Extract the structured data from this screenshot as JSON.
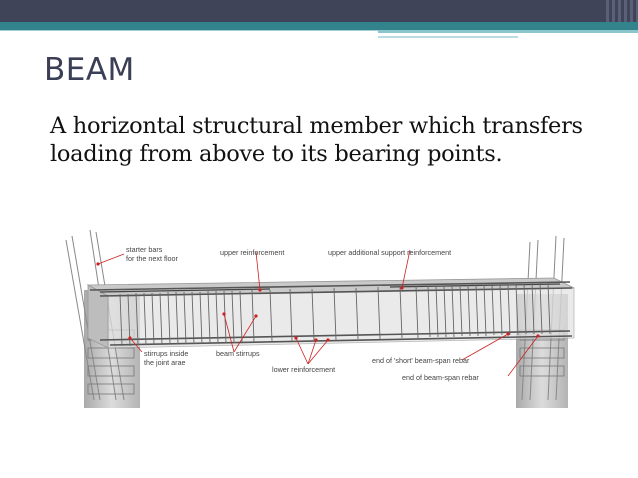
{
  "slide": {
    "title": "BEAM",
    "body": "A horizontal structural member which transfers loading from above to its bearing points."
  },
  "figure": {
    "labels": {
      "starter_bars": [
        "starter bars",
        "for the next floor"
      ],
      "upper_reinforcement": "upper reinforcement",
      "upper_additional_support_reinforcement": "upper additional support reinforcement",
      "stirrups_inside_joint": [
        "stirrups inside",
        "the joint arae"
      ],
      "beam_stirrups": "beam stirrups",
      "lower_reinforcement": "lower reinforcement",
      "end_of_short_beam_span_rebar": "end of 'short' beam-span rebar",
      "end_of_beam_span_rebar": "end of beam-span rebar"
    }
  },
  "colors": {
    "title": "#3b3f55",
    "top_bar": "#3f4458",
    "accent_teal": "#33838d",
    "callout": "#cc2222"
  }
}
